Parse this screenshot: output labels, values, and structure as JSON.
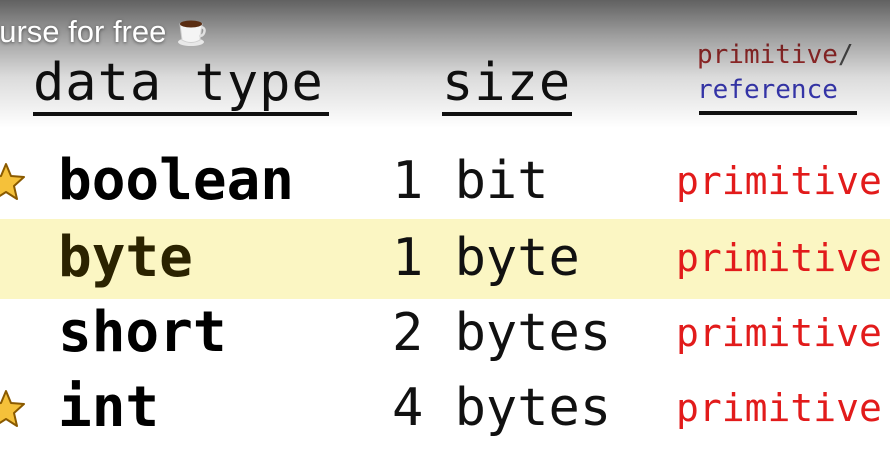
{
  "video": {
    "title": "ourse for free",
    "title_icon": "coffee-cup-icon"
  },
  "table": {
    "headers": {
      "type": "data type",
      "size": "size",
      "primitive": "primitive",
      "slash": "/",
      "reference": "reference"
    },
    "rows": [
      {
        "type": "boolean",
        "size": "1 bit",
        "kind": "primitive",
        "star": true,
        "highlighted": false
      },
      {
        "type": "byte",
        "size": "1 byte",
        "kind": "primitive",
        "star": false,
        "highlighted": true
      },
      {
        "type": "short",
        "size": "2 bytes",
        "kind": "primitive",
        "star": false,
        "highlighted": false
      },
      {
        "type": "int",
        "size": "4 bytes",
        "kind": "primitive",
        "star": true,
        "highlighted": false
      }
    ]
  },
  "colors": {
    "primitive_header": "#b03030",
    "reference_header": "#3a3ab8",
    "primitive_value": "#e21b1b",
    "highlight": "#fbf6c3",
    "star": "#f5c13a"
  }
}
